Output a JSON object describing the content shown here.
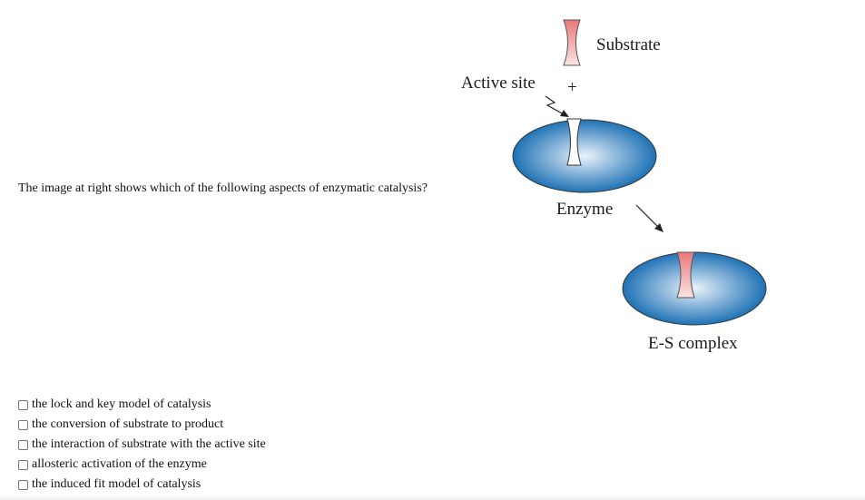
{
  "question": {
    "text": "The image at right shows which of the following aspects of enzymatic catalysis?"
  },
  "figure": {
    "labels": {
      "substrate": "Substrate",
      "active_site": "Active site",
      "plus": "+",
      "enzyme": "Enzyme",
      "es_complex": "E-S complex"
    },
    "colors": {
      "enzyme_outer": "#1f72b5",
      "enzyme_center": "#eaf3fb",
      "substrate_top": "#e8787a",
      "substrate_bottom": "#fbe3e3"
    }
  },
  "options": [
    {
      "label": "the lock and key model of catalysis",
      "checked": false
    },
    {
      "label": "the conversion of substrate to product",
      "checked": false
    },
    {
      "label": "the interaction of substrate with the active site",
      "checked": false
    },
    {
      "label": "allosteric activation of the enzyme",
      "checked": false
    },
    {
      "label": "the induced fit model of catalysis",
      "checked": false
    }
  ]
}
